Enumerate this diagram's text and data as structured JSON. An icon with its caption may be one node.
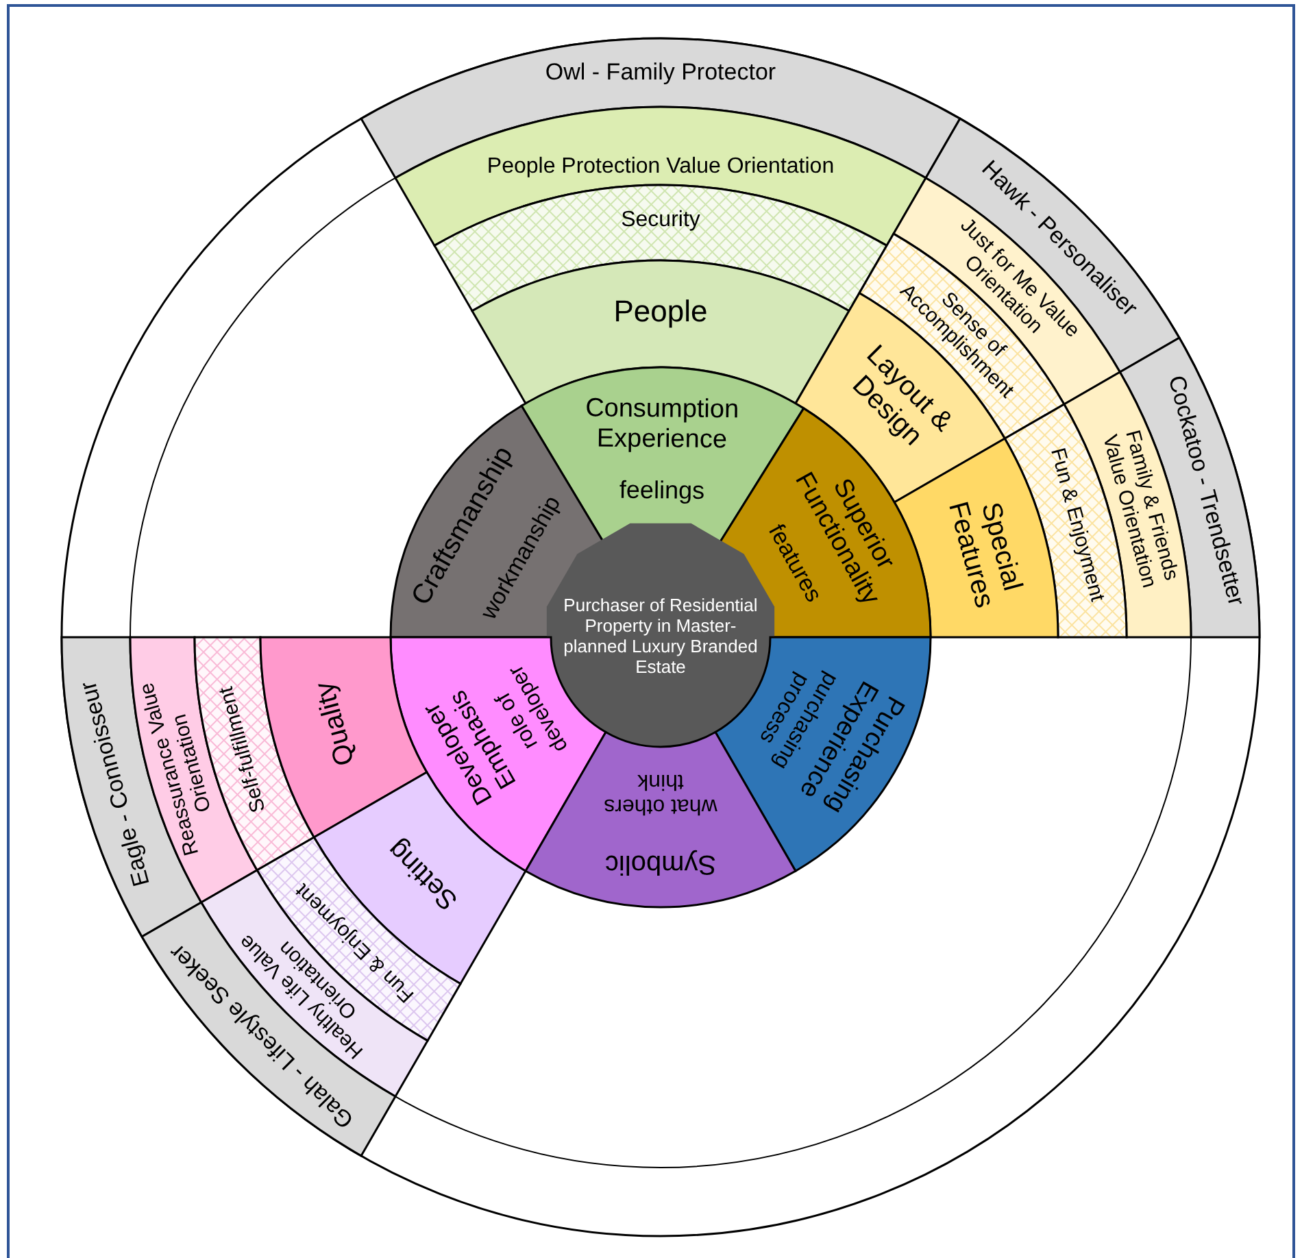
{
  "diagram": {
    "nodes": [
      {
        "text": [
          "Owl - Family Protector"
        ]
      },
      {
        "text": [
          "People Protection Value Orientation"
        ]
      },
      {
        "text": [
          "Security"
        ]
      },
      {
        "text": [
          "People"
        ]
      },
      {
        "text": [
          "Hawk - Personaliser"
        ]
      },
      {
        "text": [
          "Just for Me Value Orientation"
        ]
      },
      {
        "text": [
          "Sense of Accomplishment"
        ]
      },
      {
        "text": [
          "Layout & Design"
        ]
      },
      {
        "text": [
          "Cockatoo - Trendsetter"
        ]
      },
      {
        "text": [
          "Family & Friends Value Orientation"
        ]
      },
      {
        "text": [
          "Fun & Enjoyment"
        ]
      },
      {
        "text": [
          "Special Features"
        ]
      },
      {
        "text": [
          "Consumption Experience",
          "feelings"
        ]
      },
      {
        "text": [
          "Craftsmanship",
          "workmanship"
        ]
      },
      {
        "text": [
          "Superior Functionality",
          "features"
        ]
      },
      {
        "text": [
          "Purchaser of Residential Property in Master-planned Luxury Branded Estate"
        ]
      },
      {
        "text": [
          "Developer Emphasis",
          "role of developer"
        ]
      },
      {
        "text": [
          "Purchasing Experience",
          "purchasing process"
        ]
      },
      {
        "text": [
          "Symbolic",
          "what others think"
        ]
      },
      {
        "text": [
          "Eagle - Connoisseur"
        ]
      },
      {
        "text": [
          "Reassurance Value Orientation"
        ]
      },
      {
        "text": [
          "Self-fulfillment"
        ]
      },
      {
        "text": [
          "Quality"
        ]
      },
      {
        "text": [
          "Setting"
        ]
      },
      {
        "text": [
          "Fun & Enjoyment"
        ]
      },
      {
        "text": [
          "Healthy Life Value Orientation"
        ]
      },
      {
        "text": [
          "Galah - Lifestyle Seeker"
        ]
      }
    ]
  }
}
